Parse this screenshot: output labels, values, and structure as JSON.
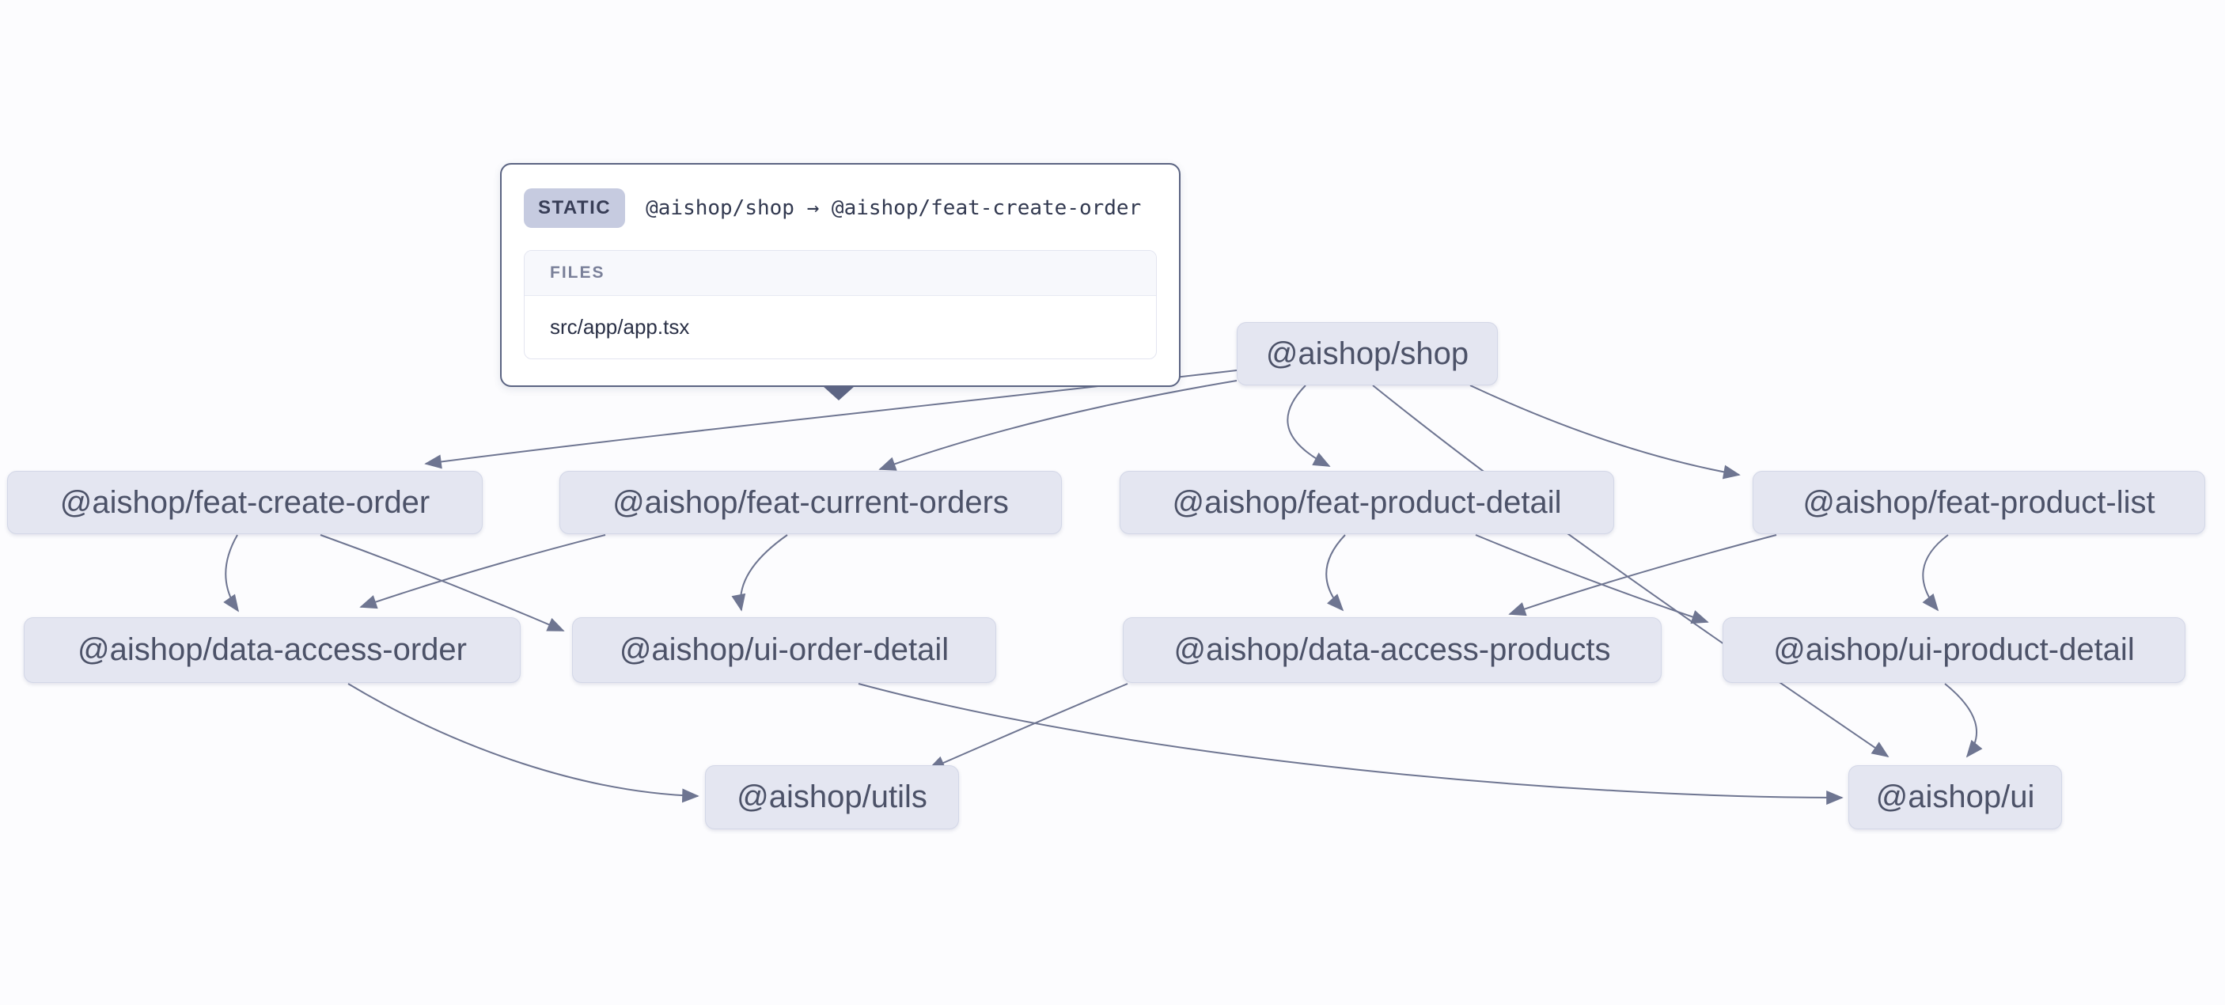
{
  "colors": {
    "background": "#fcfcfe",
    "node_fill": "#e4e6f1",
    "node_border": "#d3d7e7",
    "node_text": "#4c5268",
    "edge_stroke": "#6e7591",
    "tooltip_border": "#5b6482",
    "tooltip_caret": "#5d6584",
    "badge_bg": "#c6cbe0",
    "badge_text": "#373d56",
    "files_header_bg": "#f7f8fc",
    "files_header_text": "#7a8099",
    "file_text": "#2a3046"
  },
  "tooltip": {
    "badge": "STATIC",
    "edge_label": "@aishop/shop → @aishop/feat-create-order",
    "files_header": "FILES",
    "files": [
      "src/app/app.tsx"
    ]
  },
  "graph": {
    "nodes": [
      {
        "id": "shop",
        "label": "@aishop/shop"
      },
      {
        "id": "feat-create-order",
        "label": "@aishop/feat-create-order"
      },
      {
        "id": "feat-current-orders",
        "label": "@aishop/feat-current-orders"
      },
      {
        "id": "feat-product-detail",
        "label": "@aishop/feat-product-detail"
      },
      {
        "id": "feat-product-list",
        "label": "@aishop/feat-product-list"
      },
      {
        "id": "data-access-order",
        "label": "@aishop/data-access-order"
      },
      {
        "id": "ui-order-detail",
        "label": "@aishop/ui-order-detail"
      },
      {
        "id": "data-access-products",
        "label": "@aishop/data-access-products"
      },
      {
        "id": "ui-product-detail",
        "label": "@aishop/ui-product-detail"
      },
      {
        "id": "utils",
        "label": "@aishop/utils"
      },
      {
        "id": "ui",
        "label": "@aishop/ui"
      }
    ],
    "edges": [
      {
        "source": "shop",
        "target": "feat-create-order",
        "type": "static",
        "hovered": true
      },
      {
        "source": "shop",
        "target": "feat-current-orders",
        "type": "static",
        "hovered": false
      },
      {
        "source": "shop",
        "target": "feat-product-detail",
        "type": "static",
        "hovered": false
      },
      {
        "source": "shop",
        "target": "feat-product-list",
        "type": "static",
        "hovered": false
      },
      {
        "source": "shop",
        "target": "ui",
        "type": "static",
        "hovered": false
      },
      {
        "source": "feat-create-order",
        "target": "data-access-order",
        "type": "static",
        "hovered": false
      },
      {
        "source": "feat-create-order",
        "target": "ui-order-detail",
        "type": "static",
        "hovered": false
      },
      {
        "source": "feat-current-orders",
        "target": "data-access-order",
        "type": "static",
        "hovered": false
      },
      {
        "source": "feat-current-orders",
        "target": "ui-order-detail",
        "type": "static",
        "hovered": false
      },
      {
        "source": "feat-product-detail",
        "target": "data-access-products",
        "type": "static",
        "hovered": false
      },
      {
        "source": "feat-product-detail",
        "target": "ui-product-detail",
        "type": "static",
        "hovered": false
      },
      {
        "source": "feat-product-list",
        "target": "data-access-products",
        "type": "static",
        "hovered": false
      },
      {
        "source": "feat-product-list",
        "target": "ui-product-detail",
        "type": "static",
        "hovered": false
      },
      {
        "source": "data-access-order",
        "target": "utils",
        "type": "static",
        "hovered": false
      },
      {
        "source": "data-access-products",
        "target": "utils",
        "type": "static",
        "hovered": false
      },
      {
        "source": "ui-order-detail",
        "target": "ui",
        "type": "static",
        "hovered": false
      },
      {
        "source": "ui-product-detail",
        "target": "ui",
        "type": "static",
        "hovered": false
      }
    ]
  }
}
